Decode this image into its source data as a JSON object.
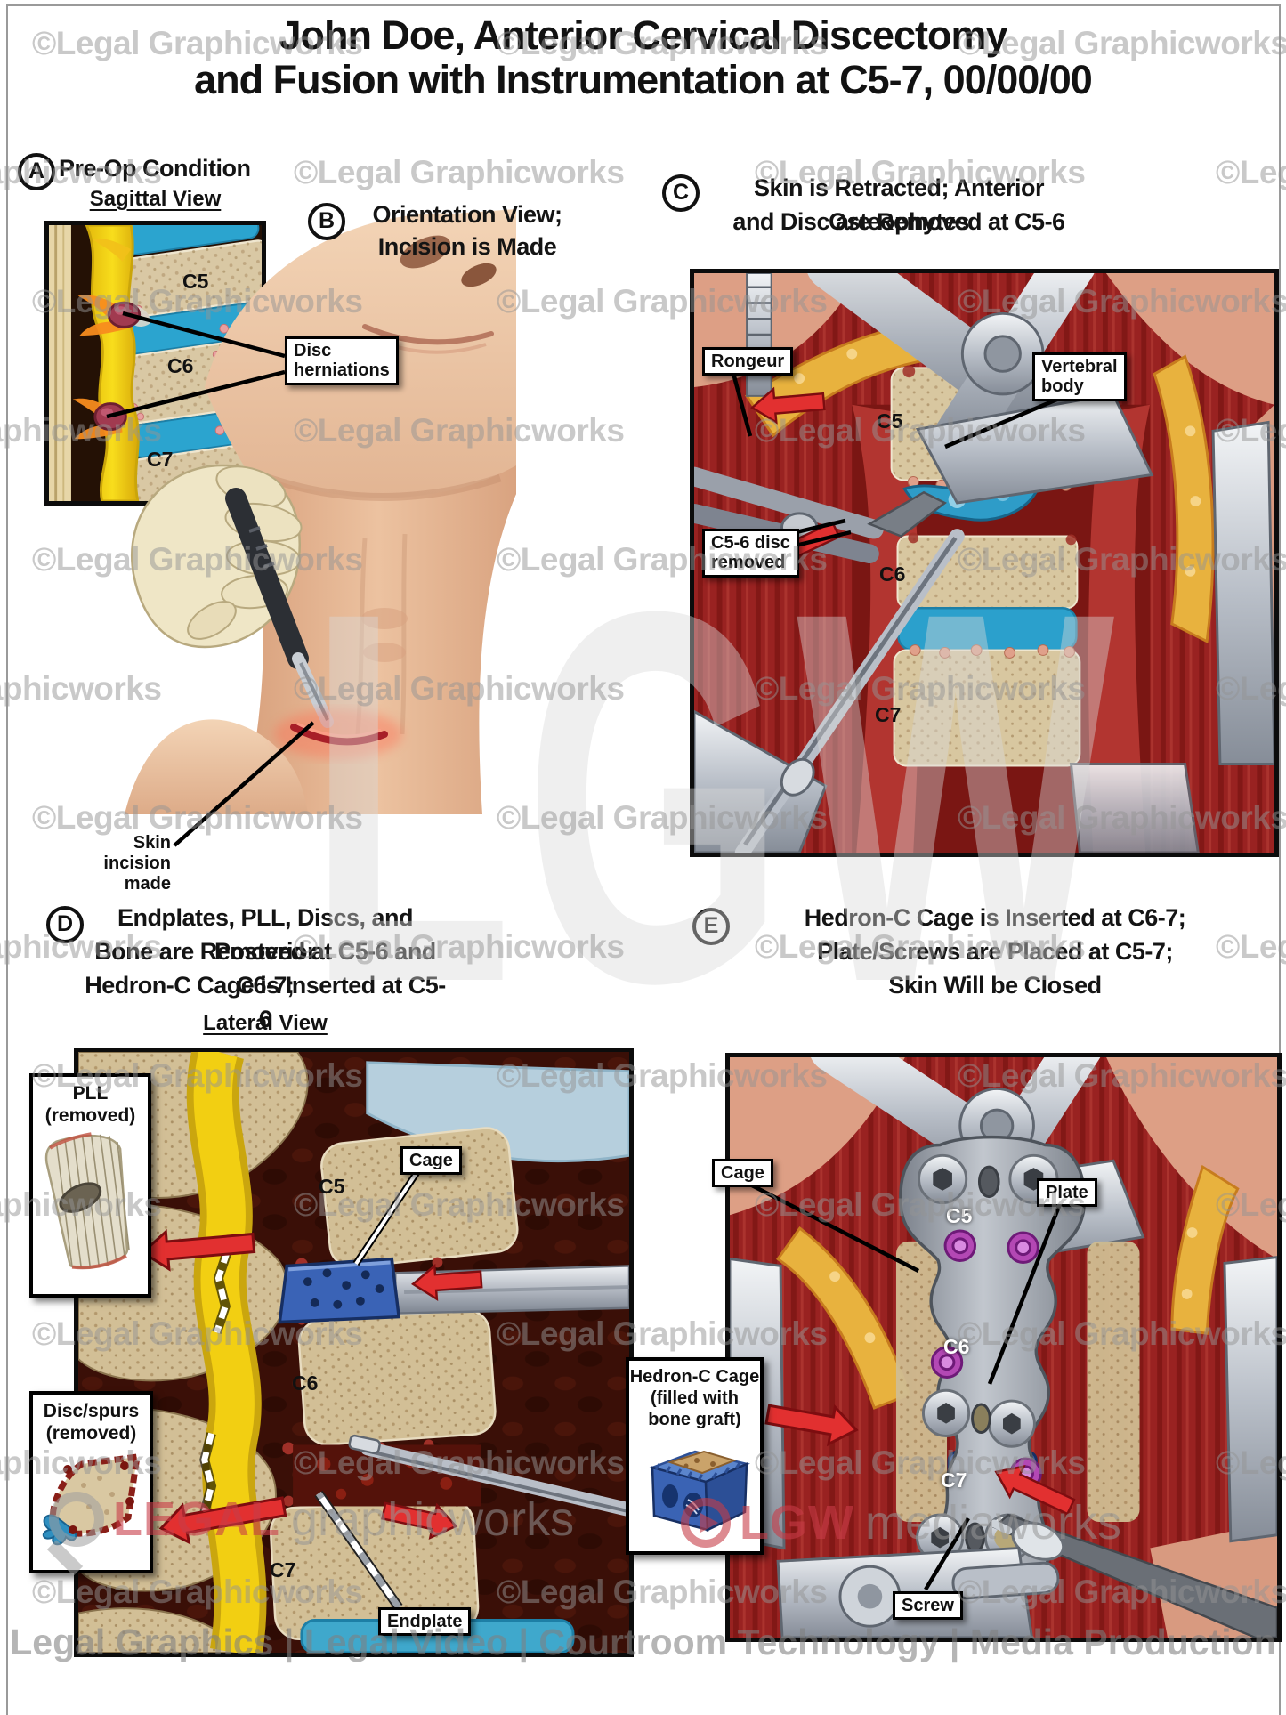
{
  "title": {
    "line1": "John Doe, Anterior Cervical Discectomy",
    "line2": "and Fusion with Instrumentation at C5-7, 00/00/00"
  },
  "watermark": {
    "copyright": "©Legal Graphicworks",
    "monogram": "LGW",
    "footer": "Legal Graphics | Legal Video | Courtroom Technology | Media Production",
    "logo_left": {
      "word1": "LEGAL",
      "word2": "graphicworks"
    },
    "logo_right": {
      "word1": "LGW",
      "word2": "mediaworks"
    }
  },
  "panel_a": {
    "letter": "A",
    "title": "Pre-Op Condition",
    "subtitle": "Sagittal View",
    "labels": {
      "c5": "C5",
      "c6": "C6",
      "c7": "C7"
    },
    "callout_disc_herniations": {
      "l1": "Disc",
      "l2": "herniations"
    }
  },
  "panel_b": {
    "letter": "B",
    "title_l1": "Orientation View;",
    "title_l2": "Incision is Made",
    "callout_skin_incision": {
      "l1": "Skin incision",
      "l2": "made"
    }
  },
  "panel_c": {
    "letter": "C",
    "title_l1": "Skin is Retracted; Anterior Osteophytes",
    "title_l2": "and Disc are Removed at C5-6",
    "labels": {
      "c5": "C5",
      "c6": "C6",
      "c7": "C7"
    },
    "callout_rongeur": "Rongeur",
    "callout_vertebral_body": {
      "l1": "Vertebral",
      "l2": "body"
    },
    "callout_disc_removed": {
      "l1": "C5-6 disc",
      "l2": "removed"
    }
  },
  "panel_d": {
    "letter": "D",
    "title_l1": "Endplates, PLL, Discs, and Posterior",
    "title_l2": "Bone are Removed at C5-6 and C6-7;",
    "title_l3": "Hedron-C Cage is Inserted at C5-6",
    "subtitle": "Lateral View",
    "labels": {
      "c5": "C5",
      "c6": "C6",
      "c7": "C7"
    },
    "inset_pll": {
      "l1": "PLL",
      "l2": "(removed)"
    },
    "inset_disc_spurs": {
      "l1": "Disc/spurs",
      "l2": "(removed)"
    },
    "callout_cage": "Cage",
    "callout_endplate": "Endplate"
  },
  "panel_e": {
    "letter": "E",
    "title_l1": "Hedron-C Cage is Inserted at C6-7;",
    "title_l2": "Plate/Screws are Placed at C5-7;",
    "title_l3": "Skin Will be Closed",
    "labels": {
      "c5": "C5",
      "c6": "C6",
      "c7": "C7"
    },
    "callout_cage": "Cage",
    "callout_plate": "Plate",
    "callout_screw": "Screw",
    "inset_hedron": {
      "l1": "Hedron-C Cage",
      "l2": "(filled with",
      "l3": "bone graft)"
    }
  },
  "colors": {
    "bone_tan": "#d8c7a0",
    "disc_blue": "#2fa3cc",
    "cord_yellow": "#f2d011",
    "herniation_red": "#9c3548",
    "muscle_red": "#a82a28",
    "deep_maroon": "#3c1008",
    "cage_blue": "#3a63b4",
    "plate_gray": "#989ea6",
    "screw_purple": "#b348b4",
    "arrow_red": "#e23030",
    "skin": "#e7bb9d",
    "silver": "#c6cad0",
    "watermark_gray": "#949494"
  }
}
